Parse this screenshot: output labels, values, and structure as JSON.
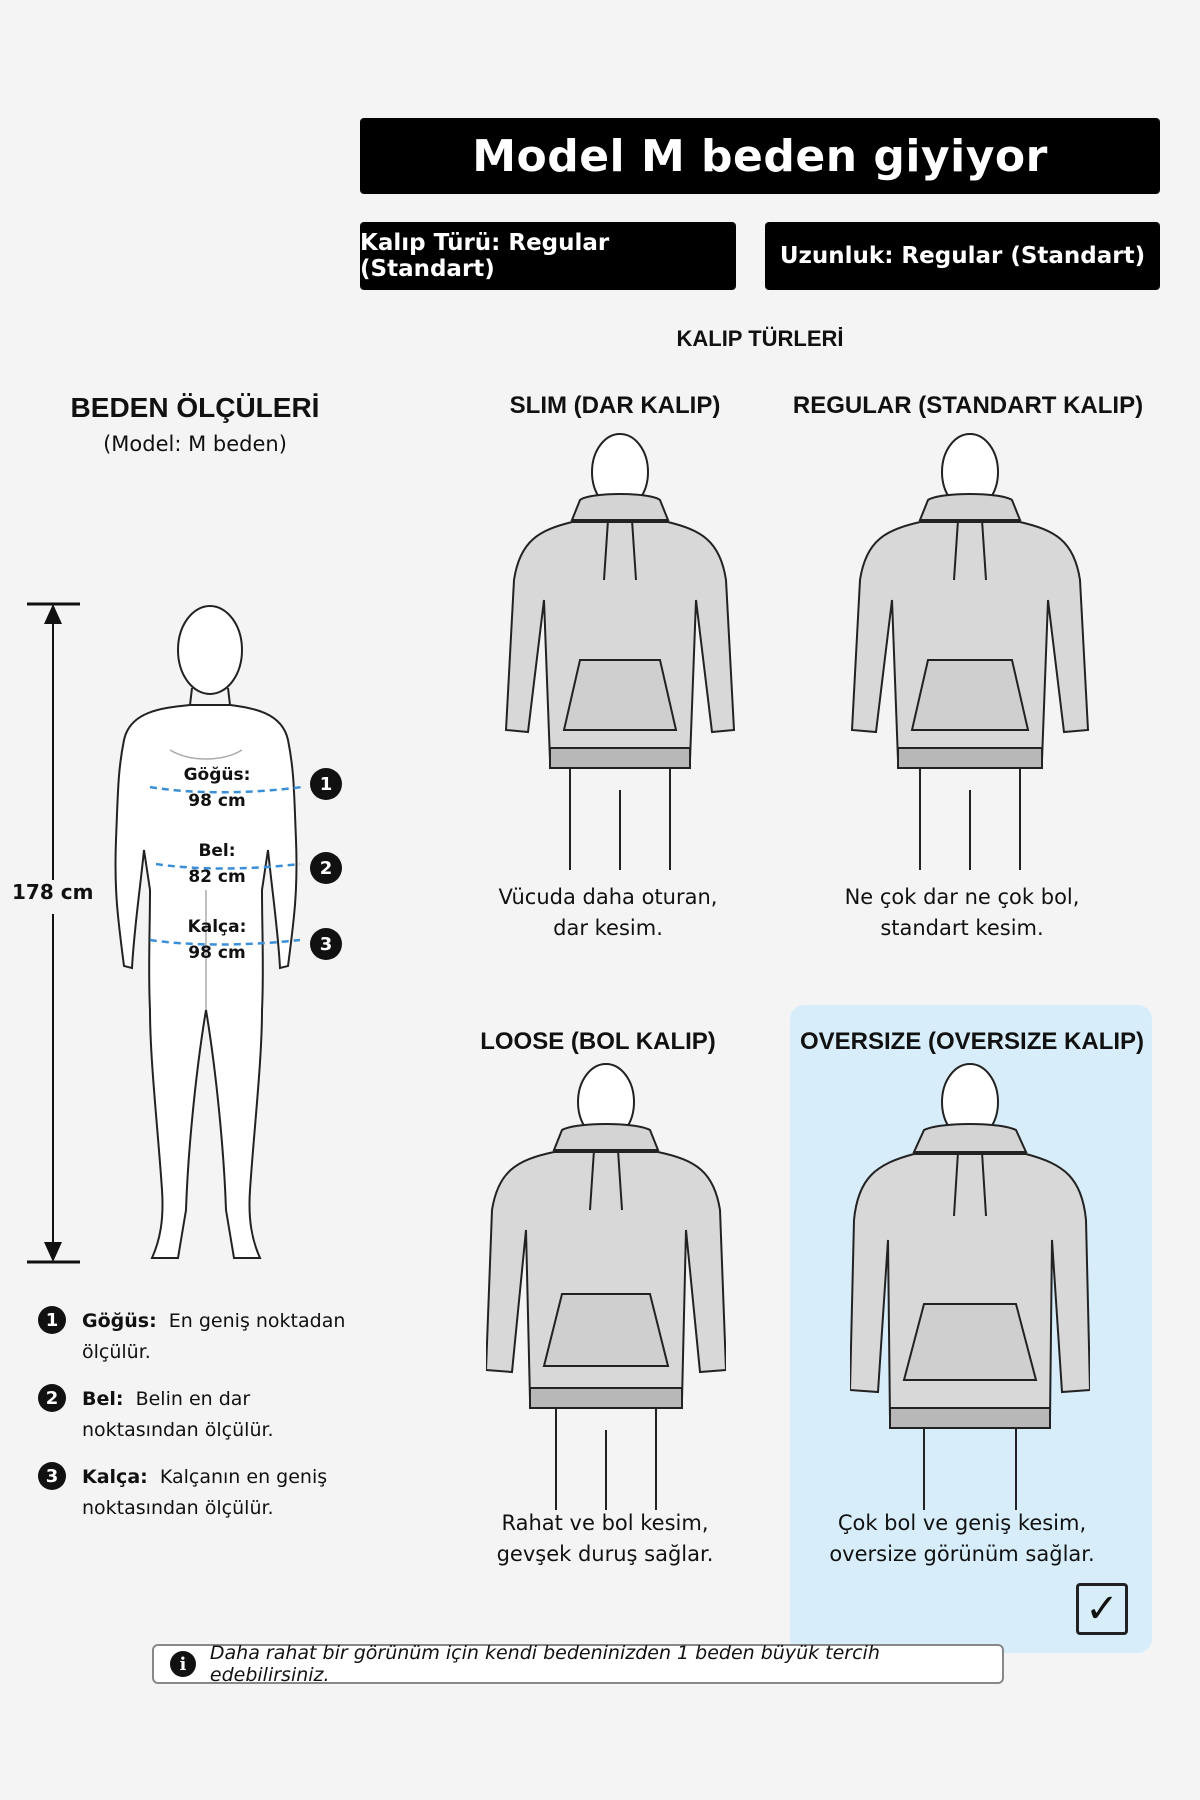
{
  "header": {
    "title": "Model M beden giyiyor",
    "fit_type": "Kalıp Türü: Regular (Standart)",
    "length": "Uzunluk: Regular (Standart)"
  },
  "fits_section": {
    "title": "KALIP TÜRLERİ",
    "fits": [
      {
        "name": "SLIM (DAR KALIP)",
        "desc_line1": "Vücuda daha oturan,",
        "desc_line2": "dar kesim."
      },
      {
        "name": "REGULAR (STANDART KALIP)",
        "desc_line1": "Ne çok dar ne çok bol,",
        "desc_line2": "standart kesim."
      },
      {
        "name": "LOOSE (BOL KALIP)",
        "desc_line1": "Rahat ve bol kesim,",
        "desc_line2": "gevşek duruş sağlar."
      },
      {
        "name": "OVERSIZE (OVERSIZE KALIP)",
        "desc_line1": "Çok bol ve geniş kesim,",
        "desc_line2": "oversize görünüm sağlar."
      }
    ],
    "selected_mark": "✓"
  },
  "body_measurements": {
    "title": "BEDEN ÖLÇÜLERİ",
    "subtitle": "(Model: M beden)",
    "height": "178 cm",
    "points": [
      {
        "num": "1",
        "label": "Göğüs:",
        "value": "98 cm"
      },
      {
        "num": "2",
        "label": "Bel:",
        "value": "82 cm"
      },
      {
        "num": "3",
        "label": "Kalça:",
        "value": "98 cm"
      }
    ]
  },
  "legend": [
    {
      "num": "1",
      "term": "Göğüs:",
      "line1": "En geniş noktadan",
      "line2": "ölçülür."
    },
    {
      "num": "2",
      "term": "Bel:",
      "line1": "Belin en dar",
      "line2": "noktasından ölçülür."
    },
    {
      "num": "3",
      "term": "Kalça:",
      "line1": "Kalçanın en geniş",
      "line2": "noktasından ölçülür."
    }
  ],
  "note": {
    "icon": "i",
    "text": "Daha rahat bir görünüm için kendi bedeninizden 1 beden büyük tercih edebilirsiniz."
  }
}
